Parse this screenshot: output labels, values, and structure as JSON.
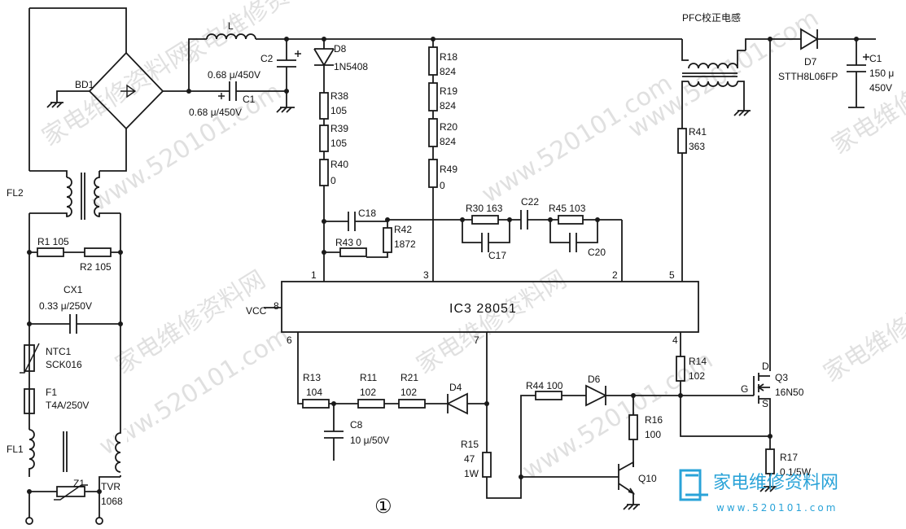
{
  "labels": {
    "bd1": "BD1",
    "fl2": "FL2",
    "r1": "R1 105",
    "r2": "R2 105",
    "cx1_name": "CX1",
    "cx1_val": "0.33 μ/250V",
    "ntc1": "NTC1",
    "ntc1_val": "SCK016",
    "f1": "F1",
    "f1_val": "T4A/250V",
    "fl1": "FL1",
    "z1": "Z1",
    "tvr": "TVR",
    "tvr_val": "1068",
    "L": "L",
    "c2": "C2",
    "c2_val": "0.68 μ/450V",
    "c1a": "C1",
    "c1a_val": "0.68 μ/450V",
    "d8": "D8",
    "d8_val": "1N5408",
    "r38": "R38",
    "r38_val": "105",
    "r39": "R39",
    "r39_val": "105",
    "r40": "R40",
    "r40_val": "0",
    "r18": "R18",
    "r18_val": "824",
    "r19": "R19",
    "r19_val": "824",
    "r20": "R20",
    "r20_val": "824",
    "r49": "R49",
    "r49_val": "0",
    "c18": "C18",
    "r42": "R42",
    "r42_val": "1872",
    "r43": "R43 0",
    "r30": "R30 163",
    "c22": "C22",
    "r45": "R45 103",
    "c17": "C17",
    "c20": "C20",
    "pfc": "PFC校正电感",
    "d7": "D7",
    "d7_val": "STTH8L06FP",
    "c1b": "C1",
    "c1b_val1": "150 μ",
    "c1b_val2": "450V",
    "r41": "R41",
    "r41_val": "363",
    "ic": "IC3 28051",
    "vcc": "VCC",
    "pin1": "1",
    "pin2": "2",
    "pin3": "3",
    "pin4": "4",
    "pin5": "5",
    "pin6": "6",
    "pin7": "7",
    "pin8": "8",
    "r13": "R13",
    "r13_val": "104",
    "r11": "R11",
    "r11_val": "102",
    "r21": "R21",
    "r21_val": "102",
    "d4": "D4",
    "c8": "C8",
    "c8_val": "10 μ/50V",
    "r15": "R15",
    "r15_val1": "47",
    "r15_val2": "1W",
    "r44": "R44 100",
    "d6": "D6",
    "r16": "R16",
    "r16_val": "100",
    "q10": "Q10",
    "r14": "R14",
    "r14_val": "102",
    "q3": "Q3",
    "q3_val": "16N50",
    "pin_d": "D",
    "pin_g": "G",
    "pin_s": "S",
    "r17": "R17",
    "r17_val": "0.1/5W",
    "fig": "①"
  },
  "watermark": {
    "text1": "www.520101.com",
    "text2": "家电维修资料网",
    "logo_cn": "家电维修资料网",
    "logo_url": "www.520101.com"
  },
  "colors": {
    "line": "#1a1a1a",
    "watermark": "#c8c8c8",
    "logo": "#2aa3d8"
  }
}
